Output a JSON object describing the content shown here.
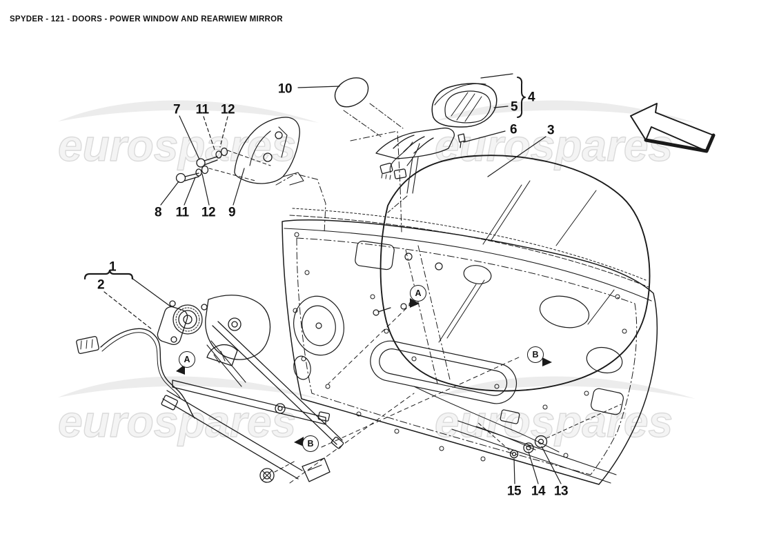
{
  "page": {
    "title": "SPYDER - 121 - DOORS - POWER WINDOW AND REARWIEW MIRROR"
  },
  "watermark": {
    "text": "eurospares",
    "fill": "#f4f4f4",
    "outline": "#dadada",
    "swoosh": "#ececec"
  },
  "colors": {
    "ink": "#1a1a1a",
    "paper": "#ffffff"
  },
  "diagram": {
    "description": "Exploded technical parts drawing: door shell, window glass, power-window regulator with motor and cable, rearview mirror with mount bracket and fasteners",
    "callouts": [
      {
        "label": "10"
      },
      {
        "label": "7"
      },
      {
        "label": "11"
      },
      {
        "label": "12"
      },
      {
        "label": "8"
      },
      {
        "label": "11"
      },
      {
        "label": "12"
      },
      {
        "label": "9"
      },
      {
        "label": "4"
      },
      {
        "label": "5"
      },
      {
        "label": "6"
      },
      {
        "label": "3"
      },
      {
        "label": "1"
      },
      {
        "label": "2"
      },
      {
        "label": "15"
      },
      {
        "label": "14"
      },
      {
        "label": "13"
      }
    ],
    "view_markers": [
      {
        "label": "A"
      },
      {
        "label": "A"
      },
      {
        "label": "B"
      },
      {
        "label": "B"
      }
    ]
  }
}
